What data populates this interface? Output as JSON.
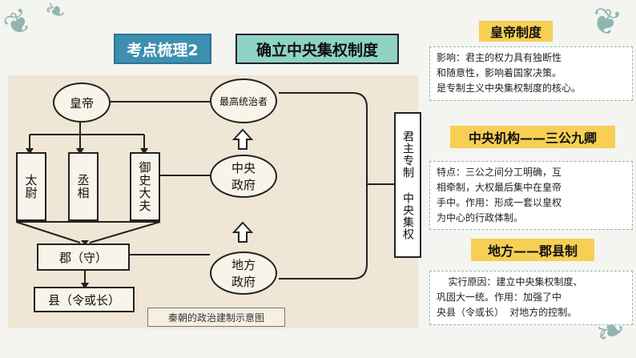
{
  "header": {
    "tag_label": "考点梳理2",
    "title": "确立中央集权制度"
  },
  "diagram": {
    "emperor": "皇帝",
    "supreme_ruler": "最高统治者",
    "taiwei": "太尉",
    "chengxiang": "丞相",
    "yushidafu": "御史大夫",
    "central_gov": "中央政府",
    "local_gov": "地方政府",
    "commandery": "郡（守）",
    "county": "县（令或长）",
    "side_label": "君主专制  中央集权",
    "caption": "秦朝的政治建制示意图"
  },
  "panels": [
    {
      "title": "皇帝制度",
      "lines": [
        "影响：君主的权力具有独断性",
        "和随意性，影响着国家决策。",
        "是专制主义中央集权制度的核心。"
      ]
    },
    {
      "title": "中央机构——三公九卿",
      "lines": [
        "特点：三公之间分工明确，互",
        "相牵制，大权最后集中在皇帝",
        "手中。作用：形成一套以皇权",
        "为中心的行政体制。"
      ]
    },
    {
      "title": "地方——郡县制",
      "lines": [
        "  实行原因：建立中央集权制度、",
        "巩固大一统。作用：加强了中",
        "央县（令或长） 对地方的控制。"
      ]
    }
  ],
  "colors": {
    "tag_bg": "#3d8fb0",
    "title_bg": "#8ed3c6",
    "panel_title_bg": "#f6cf54",
    "diagram_bg": "#efe6d6"
  }
}
